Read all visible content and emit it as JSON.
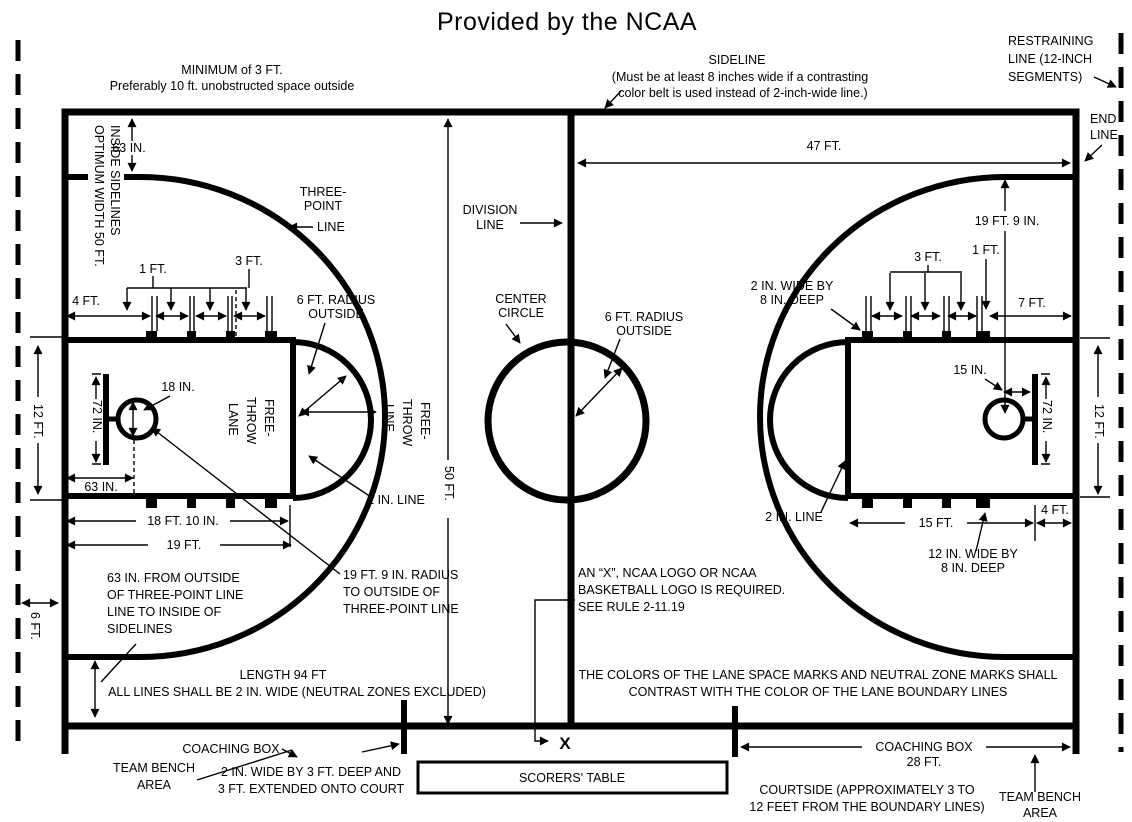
{
  "title": "Provided by the NCAA",
  "palette": {
    "line": "#000000",
    "background": "#ffffff"
  },
  "notes": {
    "min_space_1": "MINIMUM of 3 FT.",
    "min_space_2": "Preferably 10 ft. unobstructed space outside",
    "sideline_title": "SIDELINE",
    "sideline_note_1": "(Must be at least 8 inches wide if a contrasting",
    "sideline_note_2": "color belt is used instead of 2-inch-wide line.)",
    "restraining_1": "RESTRAINING",
    "restraining_2": "LINE (12-INCH",
    "restraining_3": "SEGMENTS)",
    "end_line_1": "END",
    "end_line_2": "LINE",
    "optimum_width_1": "OPTIMUM WIDTH 50 FT.",
    "optimum_width_2": "INSIDE SIDELINES",
    "three_point_1": "THREE-",
    "three_point_2": "POINT",
    "three_point_3": "LINE",
    "division_1": "DIVISION",
    "division_2": "LINE",
    "center_circle_1": "CENTER",
    "center_circle_2": "CIRCLE",
    "radius6_1": "6 FT. RADIUS",
    "radius6_2": "OUTSIDE",
    "free_throw_1": "FREE-",
    "free_throw_2": "THROW",
    "free_throw_lane": "LANE",
    "free_throw_line": "LINE",
    "two_in_line": "2 IN. LINE",
    "marks_2in_1": "2 IN. WIDE BY",
    "marks_2in_2": "8 IN. DEEP",
    "marks_12in_1": "12 IN. WIDE BY",
    "outside63_1": "63 IN. FROM OUTSIDE",
    "outside63_2": "OF THREE-POINT LINE",
    "outside63_3": "LINE TO INSIDE OF",
    "outside63_4": "SIDELINES",
    "radius19_1": "19 FT. 9 IN. RADIUS",
    "radius19_2": "TO OUTSIDE OF",
    "radius19_3": "THREE-POINT LINE",
    "x_rule_1": "AN “X”, NCAA LOGO OR NCAA",
    "x_rule_2": "BASKETBALL LOGO IS REQUIRED.",
    "x_rule_3": "SEE RULE 2-11.19",
    "length_1": "LENGTH 94 FT",
    "length_2": "ALL LINES SHALL BE 2 IN. WIDE (NEUTRAL ZONES EXCLUDED)",
    "colors_1": "THE COLORS OF THE LANE SPACE MARKS AND NEUTRAL ZONE MARKS SHALL",
    "colors_2": "CONTRAST WITH THE COLOR OF THE LANE BOUNDARY LINES",
    "coaching_box": "COACHING BOX",
    "coaching_28": "28 FT.",
    "team_bench_1": "TEAM BENCH",
    "team_bench_2": "AREA",
    "bench_marks_1": "2 IN. WIDE BY 3 FT. DEEP AND",
    "bench_marks_2": "3 FT. EXTENDED ONTO COURT",
    "scorers_table": "SCORERS' TABLE",
    "x_mark": "X",
    "courtside_1": "COURTSIDE (APPROXIMATELY 3 TO",
    "courtside_2": "12 FEET FROM THE BOUNDARY LINES)"
  },
  "dims": {
    "ft47": "47 FT.",
    "ft50": "50 FT.",
    "in63": "63 IN.",
    "ft4": "4 FT.",
    "ft1": "1 FT.",
    "ft3": "3 FT.",
    "ft19_9": "19 FT. 9 IN.",
    "ft7": "7 FT.",
    "in18": "18 IN.",
    "in72": "72 IN.",
    "ft12": "12 FT.",
    "in15": "15 IN.",
    "ft18_10": "18 FT. 10 IN.",
    "ft19": "19 FT.",
    "ft15": "15 FT.",
    "ft6": "6 FT."
  }
}
